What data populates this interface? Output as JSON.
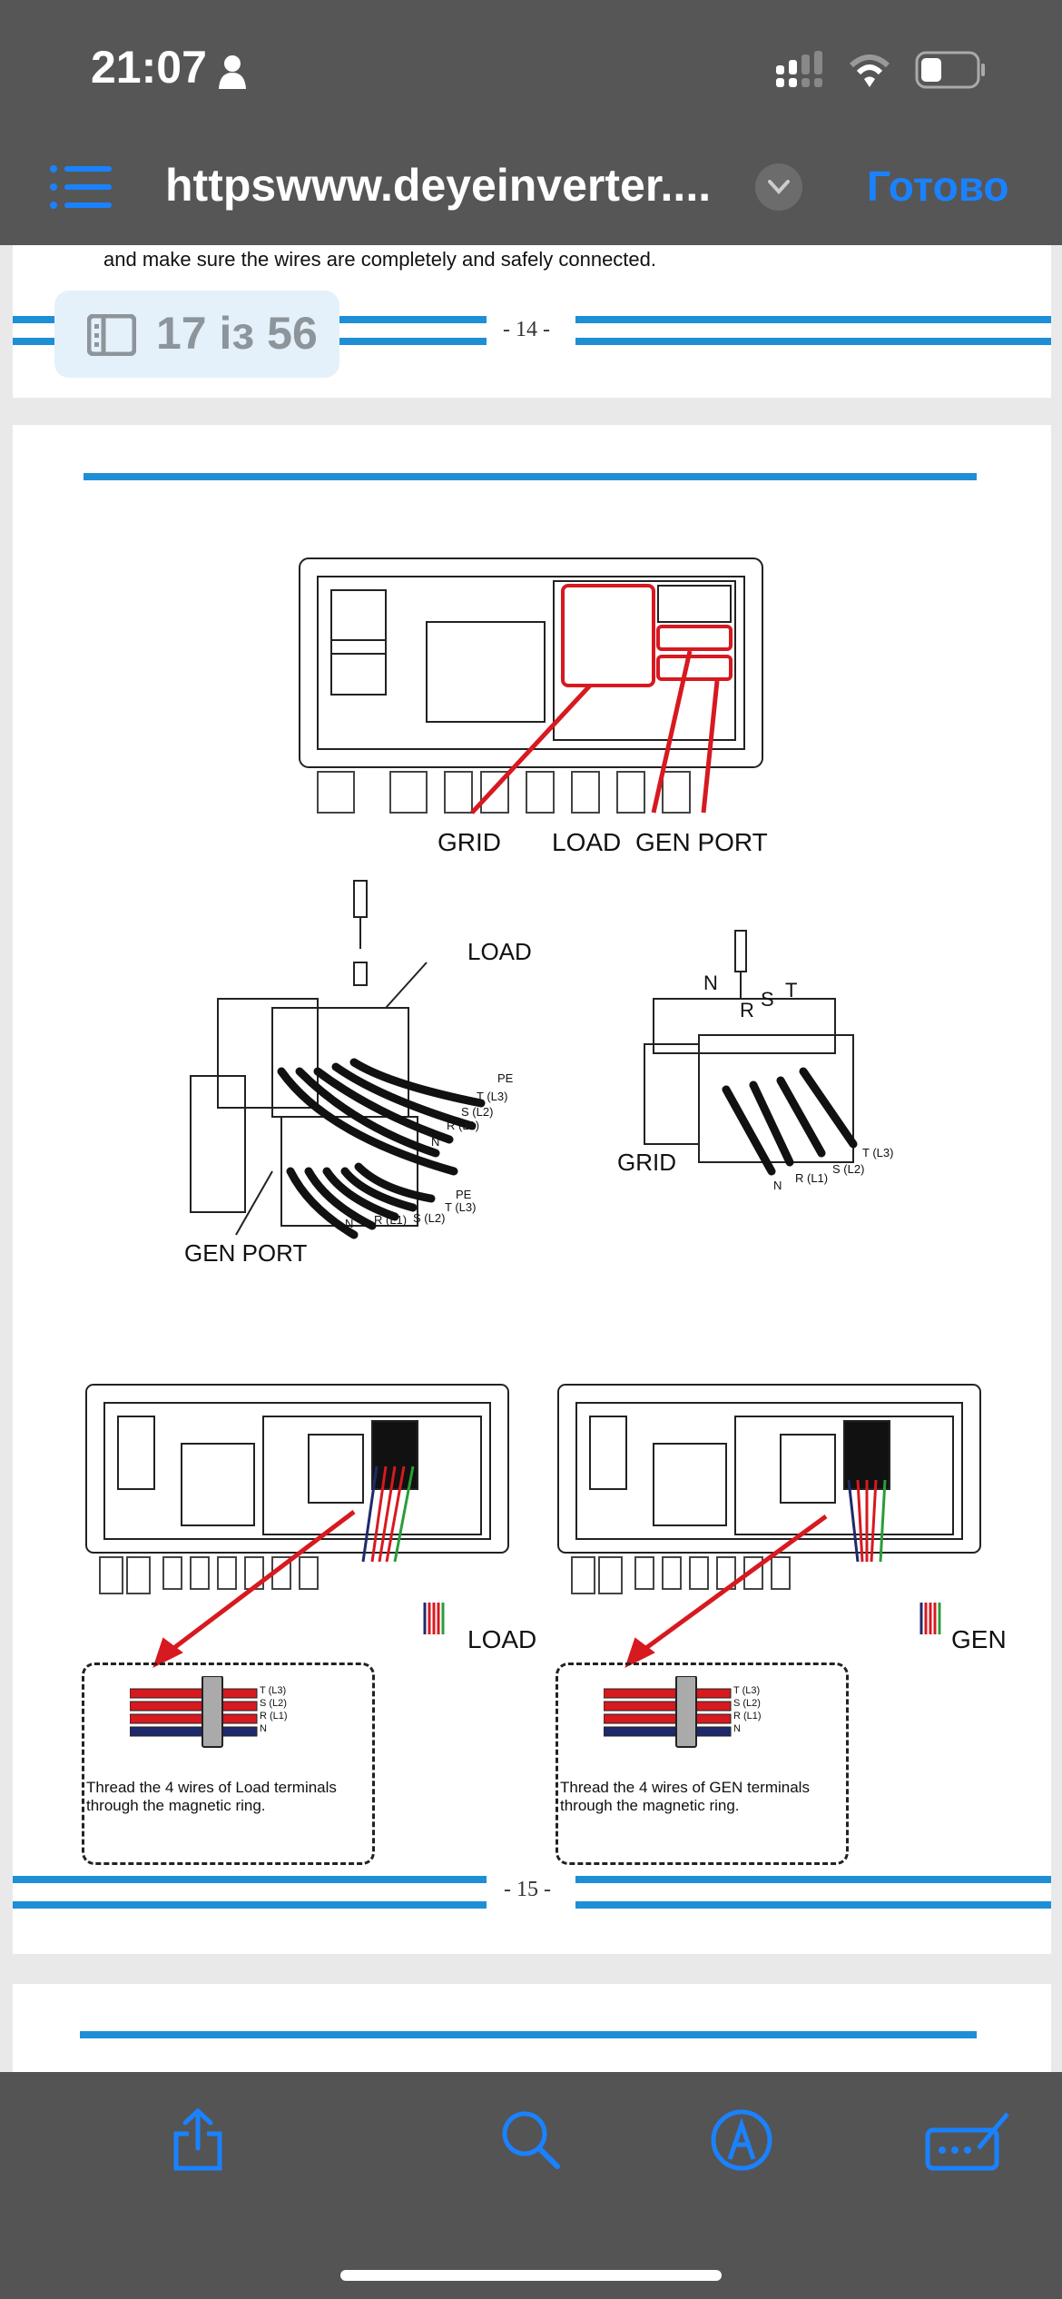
{
  "status_bar": {
    "time": "21:07"
  },
  "nav": {
    "title": "httpswww.deyeinverter....",
    "done": "Готово"
  },
  "page_indicator": {
    "text": "17 із 56"
  },
  "page14": {
    "tail_text": "and make sure the wires are completely and safely connected.",
    "page_number": "- 14 -"
  },
  "page15": {
    "top_labels": {
      "grid": "GRID",
      "load": "LOAD",
      "gen_port": "GEN PORT"
    },
    "terminal": {
      "load": "LOAD",
      "gen_port": "GEN PORT",
      "grid": "GRID",
      "load_wires": [
        "PE",
        "T (L3)",
        "S (L2)",
        "R (L1)",
        "N"
      ],
      "gen_wires": [
        "N",
        "R (L1)",
        "S (L2)",
        "T (L3)",
        "PE"
      ],
      "grid_letters": [
        "N",
        "R",
        "S",
        "T"
      ],
      "grid_wires": [
        "N",
        "R (L1)",
        "S (L2)",
        "T (L3)"
      ]
    },
    "ring_left": {
      "tag": "LOAD",
      "wires": [
        "T (L3)",
        "S (L2)",
        "R (L1)",
        "N"
      ],
      "caption1": "Thread the 4 wires of Load terminals",
      "caption2": "through the magnetic ring."
    },
    "ring_right": {
      "tag": "GEN",
      "wires": [
        "T (L3)",
        "S (L2)",
        "R (L1)",
        "N"
      ],
      "caption1": "Thread the 4 wires of GEN terminals",
      "caption2": "through the magnetic ring."
    },
    "page_number": "- 15 -"
  },
  "colors": {
    "accent": "#1a82ff",
    "rule_blue": "#1e8fd6",
    "arrow_red": "#d71920",
    "wire_blue": "#1f2a6b"
  },
  "toolbar": {
    "icons": [
      "share-icon",
      "search-icon",
      "markup-icon",
      "keyboard-icon"
    ]
  }
}
